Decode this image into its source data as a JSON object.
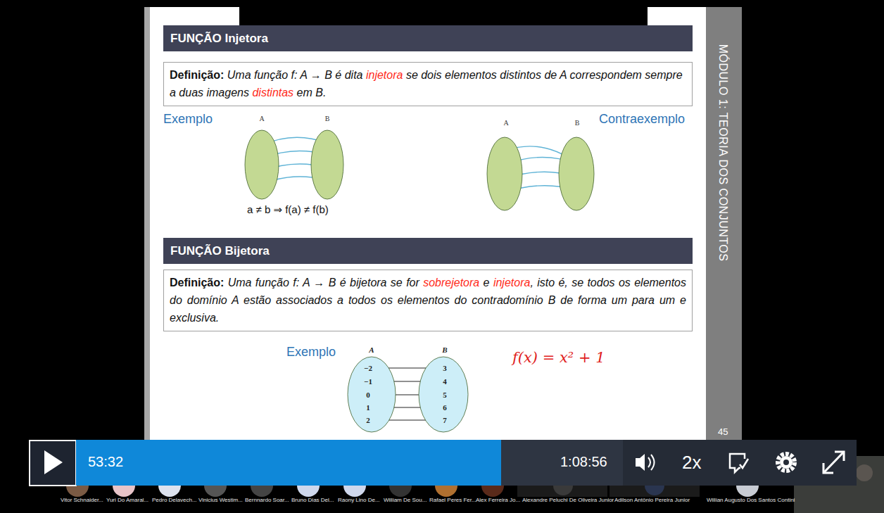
{
  "diagram": {
    "nodes": [
      {
        "text": [
          "FUNÇÃO Injetora"
        ]
      },
      {
        "text": [
          "Definição:",
          "Uma função f: A → B é dita",
          "injetora",
          "se dois elementos distintos de A correspondem sempre a duas imagens",
          "distintas",
          "em B."
        ]
      },
      {
        "text": [
          "A"
        ]
      },
      {
        "text": [
          "B"
        ]
      },
      {
        "text": [
          "A"
        ]
      },
      {
        "text": [
          "B"
        ]
      },
      {
        "text": [
          "FUNÇÃO Bijetora"
        ]
      },
      {
        "text": [
          "Definição:",
          "Uma função f: A → B é bijetora se for",
          "sobrejetora",
          "e",
          "injetora",
          ", isto é, se todos os elementos do domínio A estão associados a todos os elementos do contradomínio B de forma um para um e exclusiva."
        ]
      },
      {
        "text": [
          "A",
          "−2",
          "−1",
          "0",
          "1",
          "2"
        ]
      },
      {
        "text": [
          "B",
          "3",
          "4",
          "5",
          "6",
          "7"
        ]
      }
    ],
    "labels": [
      "Exemplo",
      "Contraexemplo",
      "a ≠ b ⇒ f(a) ≠ f(b)",
      "Exemplo",
      "f(x) = x² + 1",
      "MÓDULO 1: TEORIA DOS CONJUNTOS",
      "45",
      "53:32",
      "1:08:56",
      "2x",
      "Vitor Schnaider...",
      "Yuri Do Amaral...",
      "Pedro Delavech...",
      "Vinicius Westim...",
      "Bernnardo Soar...",
      "Bruno Dias Del...",
      "Raony Lino De...",
      "William De Sou...",
      "Rafael Peres Fer...",
      "Alex Ferreira Jo...",
      "Alexandre Peluchi De Oliveira Junior",
      "Adilson Antônio Pereira Junior",
      "Willian Augusto Dos Santos Contini"
    ]
  }
}
